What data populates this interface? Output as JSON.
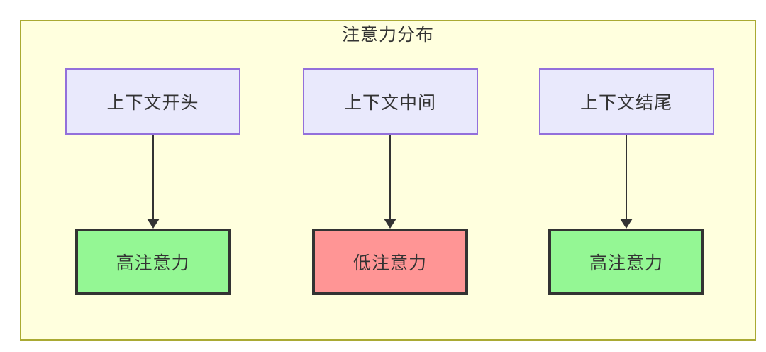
{
  "diagram": {
    "title": "注意力分布",
    "columns": [
      {
        "source": "上下文开头",
        "result": "高注意力",
        "level": "high"
      },
      {
        "source": "上下文中间",
        "result": "低注意力",
        "level": "low"
      },
      {
        "source": "上下文结尾",
        "result": "高注意力",
        "level": "high"
      }
    ],
    "colors": {
      "frame_background": "#ffffde",
      "frame_border": "#aaaa33",
      "source_node_fill": "#e9e9fc",
      "source_node_border": "#9370db",
      "high_attention_fill": "#94f794",
      "low_attention_fill": "#ff9595",
      "result_node_border": "#333333",
      "arrow_color": "#333333",
      "text_color": "#333333"
    }
  }
}
